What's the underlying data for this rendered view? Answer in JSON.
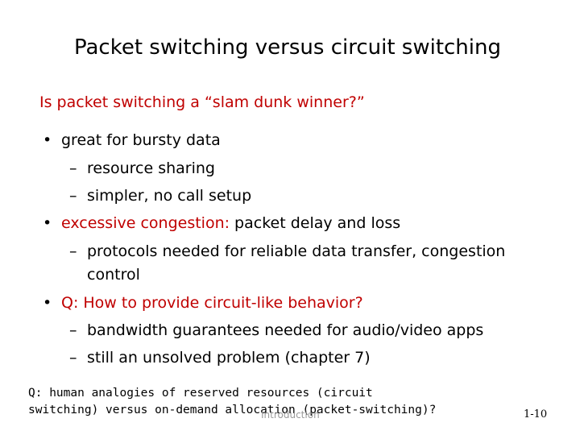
{
  "slide": {
    "title": "Packet switching versus circuit switching",
    "question": "Is packet switching a “slam dunk winner?”",
    "bullets": [
      {
        "marker": "•",
        "lead": "great for bursty data",
        "rest": "",
        "subs": [
          {
            "marker": "–",
            "text": "resource sharing"
          },
          {
            "marker": "–",
            "text": "simpler, no call setup"
          }
        ]
      },
      {
        "marker": "•",
        "lead": "excessive congestion:",
        "rest": " packet delay and loss",
        "subs": [
          {
            "marker": "–",
            "text": "protocols needed for reliable data transfer, congestion",
            "cont": "control"
          }
        ]
      },
      {
        "marker": "•",
        "lead": "Q: How to provide circuit-like behavior?",
        "rest": "",
        "subs": [
          {
            "marker": "–",
            "text": "bandwidth guarantees needed for audio/video apps"
          },
          {
            "marker": "–",
            "text": "still an unsolved problem (chapter 7)"
          }
        ]
      }
    ],
    "footer_question": {
      "line1": "Q:  human analogies of reserved resources (circuit",
      "line2": "switching) versus on-demand allocation (packet-switching)?"
    },
    "watermark": "Introduction",
    "page_number": "1-10"
  }
}
